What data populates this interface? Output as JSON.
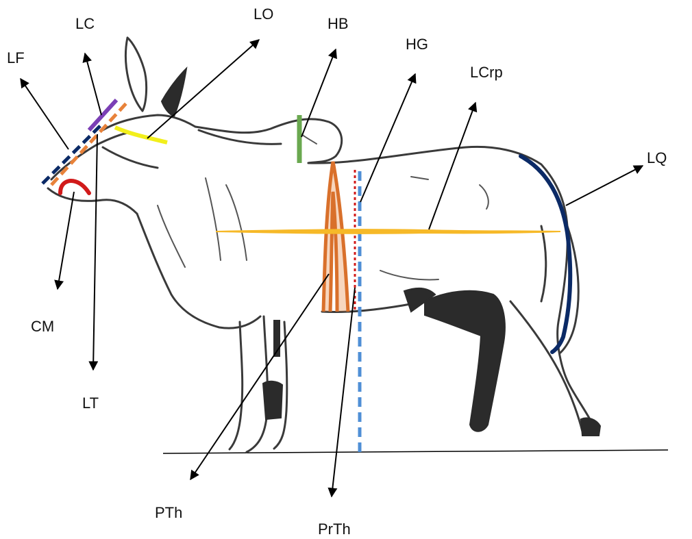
{
  "labels": {
    "lc": "LC",
    "lo": "LO",
    "hb": "HB",
    "hg": "HG",
    "lf": "LF",
    "lcrp": "LCrp",
    "lq": "LQ",
    "cm": "CM",
    "lt": "LT",
    "pth": "PTh",
    "prth": "PrTh"
  },
  "colors": {
    "lf_line": "#0b2a66",
    "lt_line": "#e8823a",
    "lc_line": "#7b3fb5",
    "lo_line": "#f2ef1b",
    "hb_line": "#6aa84f",
    "pth_band": "#d9702b",
    "prth_line": "#d11a1a",
    "hg_line": "#4f8fd6",
    "lcrp_line": "#f6b928",
    "lq_line": "#0b2a66",
    "cm_line": "#d11a1a"
  }
}
